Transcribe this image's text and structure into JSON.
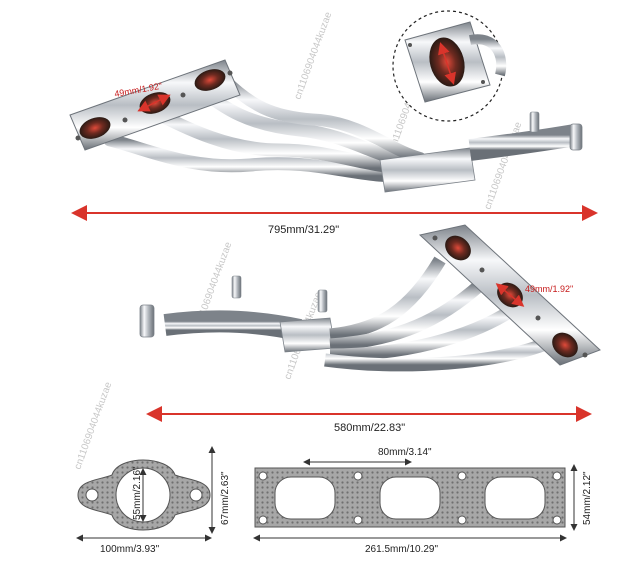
{
  "dimensions": {
    "header_flange_hole": "49mm/1.92\"",
    "header_top_length": "795mm/31.29\"",
    "header_bottom_flange_hole": "49mm/1.92\"",
    "header_bottom_length": "580mm/22.83\"",
    "small_gasket_inner": "55mm/2.16\"",
    "small_gasket_height": "67mm/2.63\"",
    "small_gasket_width": "100mm/3.93\"",
    "large_gasket_spacing": "80mm/3.14\"",
    "large_gasket_height": "54mm/2.12\"",
    "large_gasket_width": "261.5mm/10.29\""
  },
  "watermark": "cn1106904044kuzae",
  "colors": {
    "arrow": "#d9342b",
    "steel_light": "#f2f3f5",
    "steel_mid": "#c3c7cc",
    "steel_dark": "#6e747b",
    "gasket": "#a9a9a9"
  }
}
